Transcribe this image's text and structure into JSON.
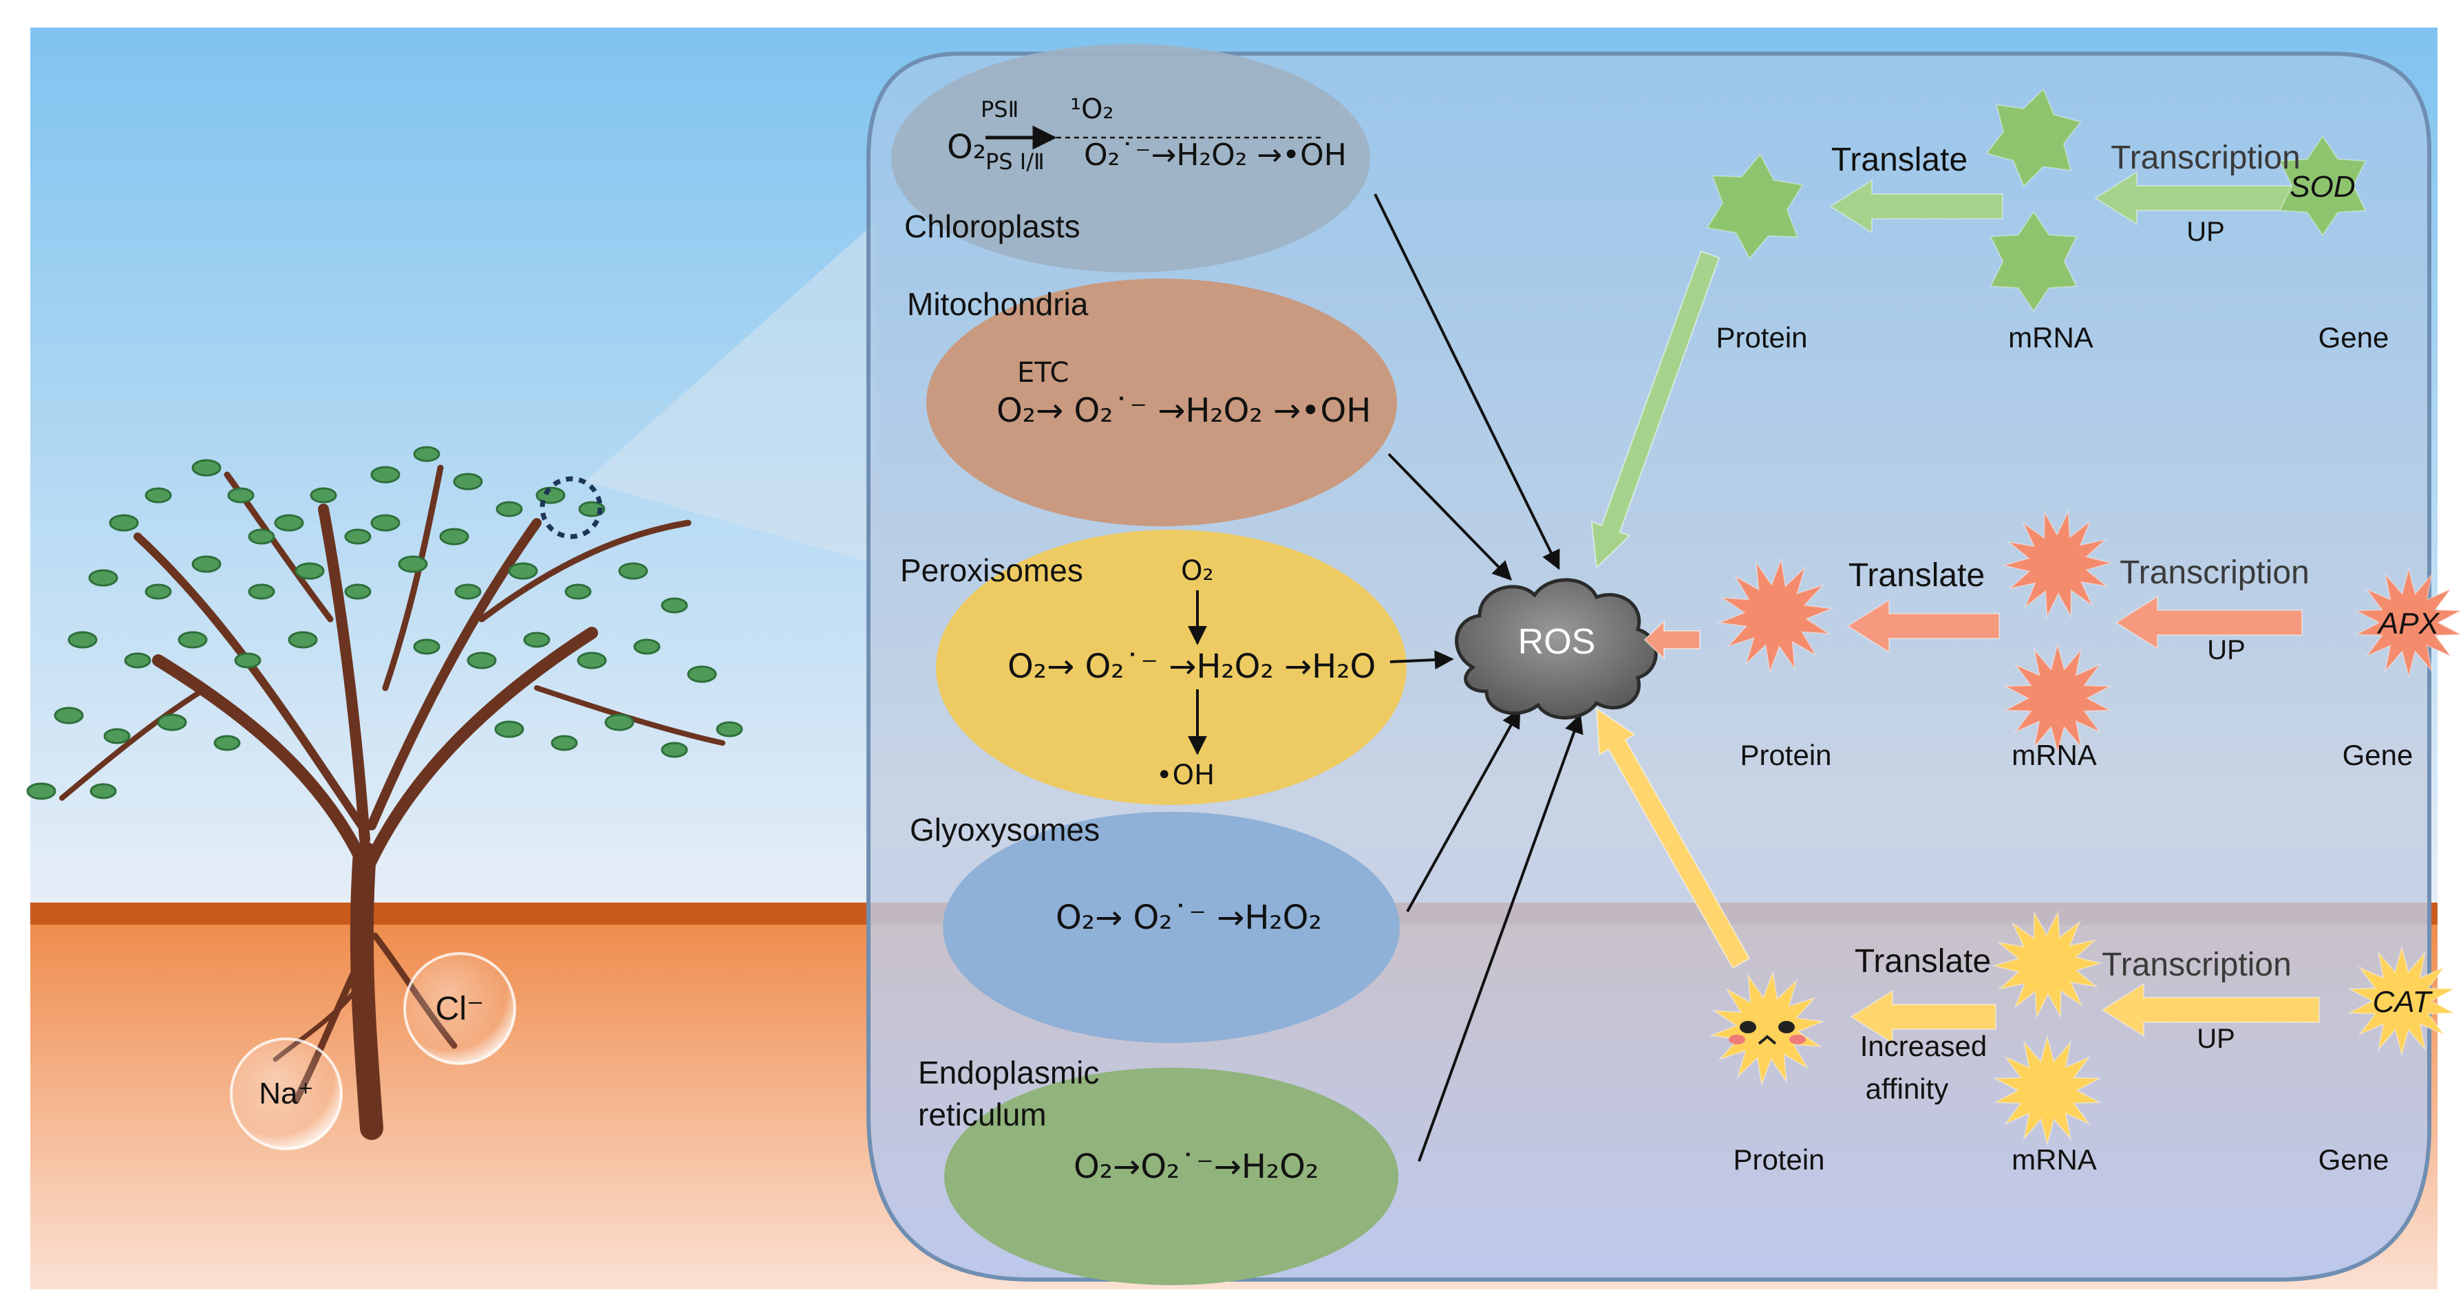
{
  "organelles": {
    "chloroplasts": {
      "name": "Chloroplasts",
      "ps2": "PSⅡ",
      "singlet": "¹O₂",
      "o2": "O₂",
      "ps12": "PS Ⅰ/Ⅱ",
      "chain": "O₂˙⁻→H₂O₂ →•OH"
    },
    "mitochondria": {
      "name": "Mitochondria",
      "etc": "ETC",
      "chain": "O₂→ O₂˙⁻ →H₂O₂ →•OH"
    },
    "peroxisomes": {
      "name": "Peroxisomes",
      "top": "O₂",
      "chain": "O₂→ O₂˙⁻ →H₂O₂ →H₂O",
      "bottom": "•OH"
    },
    "glyoxysomes": {
      "name": "Glyoxysomes",
      "chain": "O₂→ O₂˙⁻ →H₂O₂"
    },
    "er": {
      "name_line1": "Endoplasmic",
      "name_line2": "reticulum",
      "chain": "O₂→O₂˙⁻→H₂O₂"
    }
  },
  "ros": {
    "label": "ROS"
  },
  "ions": {
    "chloride": "Cl⁻",
    "sodium": "Na⁺"
  },
  "pathways": [
    {
      "gene": "SOD",
      "color": "#8fc46f",
      "arrow_color": "#a5d38c",
      "translate": "Translate",
      "transcription": "Transcription",
      "up": "UP",
      "protein": "Protein",
      "mrna": "mRNA",
      "gene_label": "Gene"
    },
    {
      "gene": "APX",
      "color": "#f48b6d",
      "arrow_color": "#f59a7f",
      "translate": "Translate",
      "transcription": "Transcription",
      "up": "UP",
      "protein": "Protein",
      "mrna": "mRNA",
      "gene_label": "Gene"
    },
    {
      "gene": "CAT",
      "color": "#ffd25a",
      "arrow_color": "#ffd56e",
      "translate": "Translate",
      "transcription": "Transcription",
      "up": "UP",
      "protein": "Protein",
      "mrna": "mRNA",
      "gene_label": "Gene",
      "note_line1": "Increased",
      "note_line2": "affinity"
    }
  ]
}
